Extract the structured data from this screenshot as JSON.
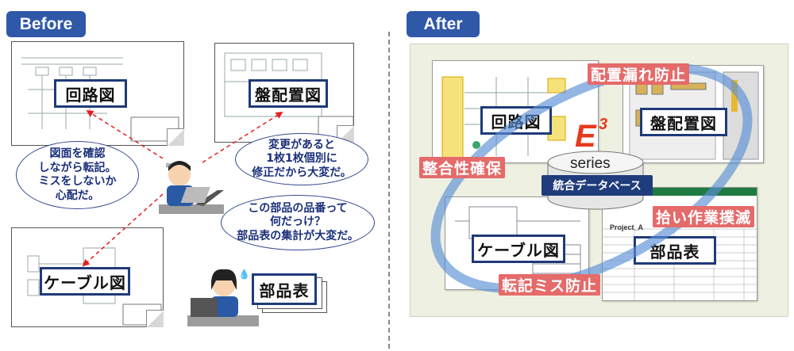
{
  "before": {
    "badge": "Before",
    "labels": {
      "circuit": "回路図",
      "panel": "盤配置図",
      "cable": "ケーブル図",
      "bom": "部品表"
    },
    "bubbles": {
      "left": [
        "図面を確認",
        "しながら転記。",
        "ミスをしないか",
        "心配だ。"
      ],
      "top_right": [
        "変更があると",
        "1枚1枚個別に",
        "修正だから大変だ。"
      ],
      "bottom_right": [
        "この部品の品番って",
        "何だっけ？",
        "部品表の集計が大変だ。"
      ]
    }
  },
  "after": {
    "badge": "After",
    "labels": {
      "circuit": "回路図",
      "panel": "盤配置図",
      "cable": "ケーブル図",
      "bom": "部品表"
    },
    "benefits": {
      "top": "配置漏れ防止",
      "left": "整合性確保",
      "right": "拾い作業撲滅",
      "bottom": "転記ミス防止"
    },
    "product": {
      "logo": "E",
      "logo_sup": "3",
      "series": "series",
      "db": "統合データベース"
    },
    "bom_sheet": {
      "project": "Project_A"
    }
  },
  "colors": {
    "badge": "#2f58a8",
    "label_border": "#1e3a78",
    "benefit_bg": "#e56a6a",
    "ring": "#5b8fd6",
    "arrow": "#e02020"
  }
}
